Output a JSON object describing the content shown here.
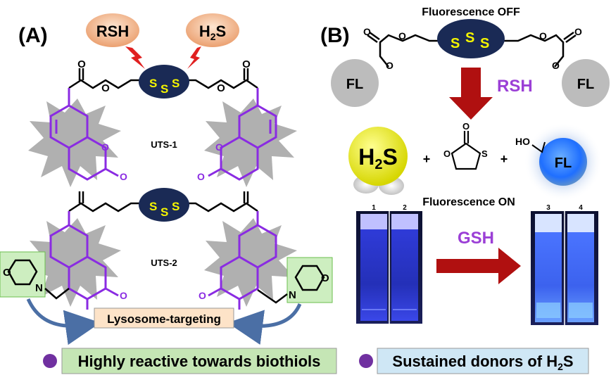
{
  "panel_a": {
    "label": "(A)",
    "triggers": [
      "RSH",
      "H",
      "2",
      "S"
    ],
    "linker_atoms": [
      "S",
      "S",
      "S"
    ],
    "compounds": [
      "UTS-1",
      "UTS-2"
    ],
    "carbonyl_atoms": [
      "O",
      "O",
      "O",
      "O"
    ],
    "targeting_label": "Lysosome-targeting",
    "morpholine_atoms": [
      "O",
      "N",
      "O",
      "N"
    ],
    "summary": "Highly reactive towards biothiols"
  },
  "panel_b": {
    "label": "(B)",
    "state_off": "Fluorescence OFF",
    "fluorophore": "FL",
    "reagent": "RSH",
    "products": [
      "H",
      "2",
      "S",
      "+",
      "+"
    ],
    "byproduct_atoms": [
      "O",
      "O",
      "S"
    ],
    "released_fl_atoms": [
      "HO"
    ],
    "state_on": "Fluorescence ON",
    "vial_numbers": [
      "1",
      "2",
      "3",
      "4"
    ],
    "stimulus": "GSH",
    "summary_prefix": "Sustained donors of H",
    "summary_sub": "2",
    "summary_suffix": "S"
  },
  "colors": {
    "purple": "#8a2be2",
    "dark_blue": "#1a2a55",
    "yellow": "#f5f500",
    "red_arrow": "#b01010",
    "green_box": "#cdeec0",
    "blue_glow": "#3a86ff"
  }
}
